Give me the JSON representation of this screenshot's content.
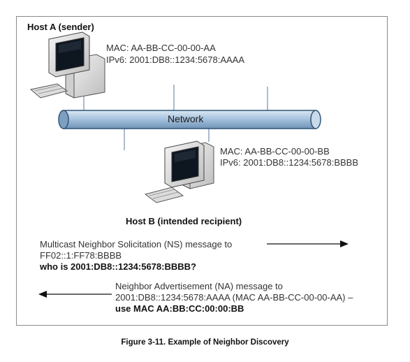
{
  "host_a": {
    "title": "Host A (sender)",
    "mac": "MAC: AA-BB-CC-00-00-AA",
    "ipv6": "IPv6: 2001:DB8::1234:5678:AAAA"
  },
  "network": {
    "label": "Network"
  },
  "host_b": {
    "title": "Host B (intended recipient)",
    "mac": "MAC: AA-BB-CC-00-00-BB",
    "ipv6": "IPv6: 2001:DB8::1234:5678:BBBB"
  },
  "ns_message": {
    "line1": "Multicast Neighbor Solicitation (NS) message to",
    "line2": "FF02::1:FF78:BBBB",
    "line3": "who is 2001:DB8::1234:5678:BBBB?"
  },
  "na_message": {
    "line1": "Neighbor Advertisement (NA) message to",
    "line2": "2001:DB8::1234:5678:AAAA (MAC AA-BB-CC-00-00-AA) –",
    "line3": "use MAC AA:BB:CC:00:00:BB"
  },
  "caption": "Figure 3-11.  Example of Neighbor Discovery",
  "colors": {
    "pipe_fill": "#a8c4df",
    "pipe_stroke": "#2f5577",
    "computer_body": "#e8e8e8",
    "screen": "#0e1620"
  }
}
